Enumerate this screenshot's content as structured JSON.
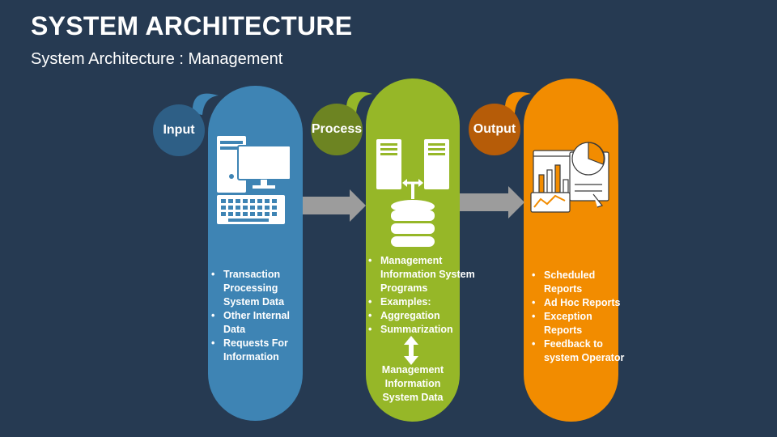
{
  "header": {
    "title": "SYSTEM ARCHITECTURE",
    "subtitle": "System Architecture : Management"
  },
  "colors": {
    "background": "#263a52",
    "input": "#3e84b4",
    "input_dark": "#2e5f86",
    "process": "#96b728",
    "process_dark": "#6d8422",
    "output": "#f28c00",
    "output_dark": "#b65c08",
    "arrow": "#9c9c9c"
  },
  "stages": {
    "input": {
      "label": "Input",
      "icon": "computer-keyboard-icon",
      "items": [
        "Transaction Processing System Data",
        "Other Internal Data",
        "Requests For Information"
      ]
    },
    "process": {
      "label": "Process",
      "icon": "servers-database-icon",
      "items": [
        "Management Information System Programs",
        "Examples:",
        "Aggregation",
        "Summarization"
      ],
      "arrow_icon": "double-arrow-vertical-icon",
      "note": "Management Information System Data"
    },
    "output": {
      "label": "Output",
      "icon": "reports-charts-icon",
      "items": [
        "Scheduled Reports",
        "Ad Hoc Reports",
        "Exception Reports",
        "Feedback to system Operator"
      ]
    }
  }
}
